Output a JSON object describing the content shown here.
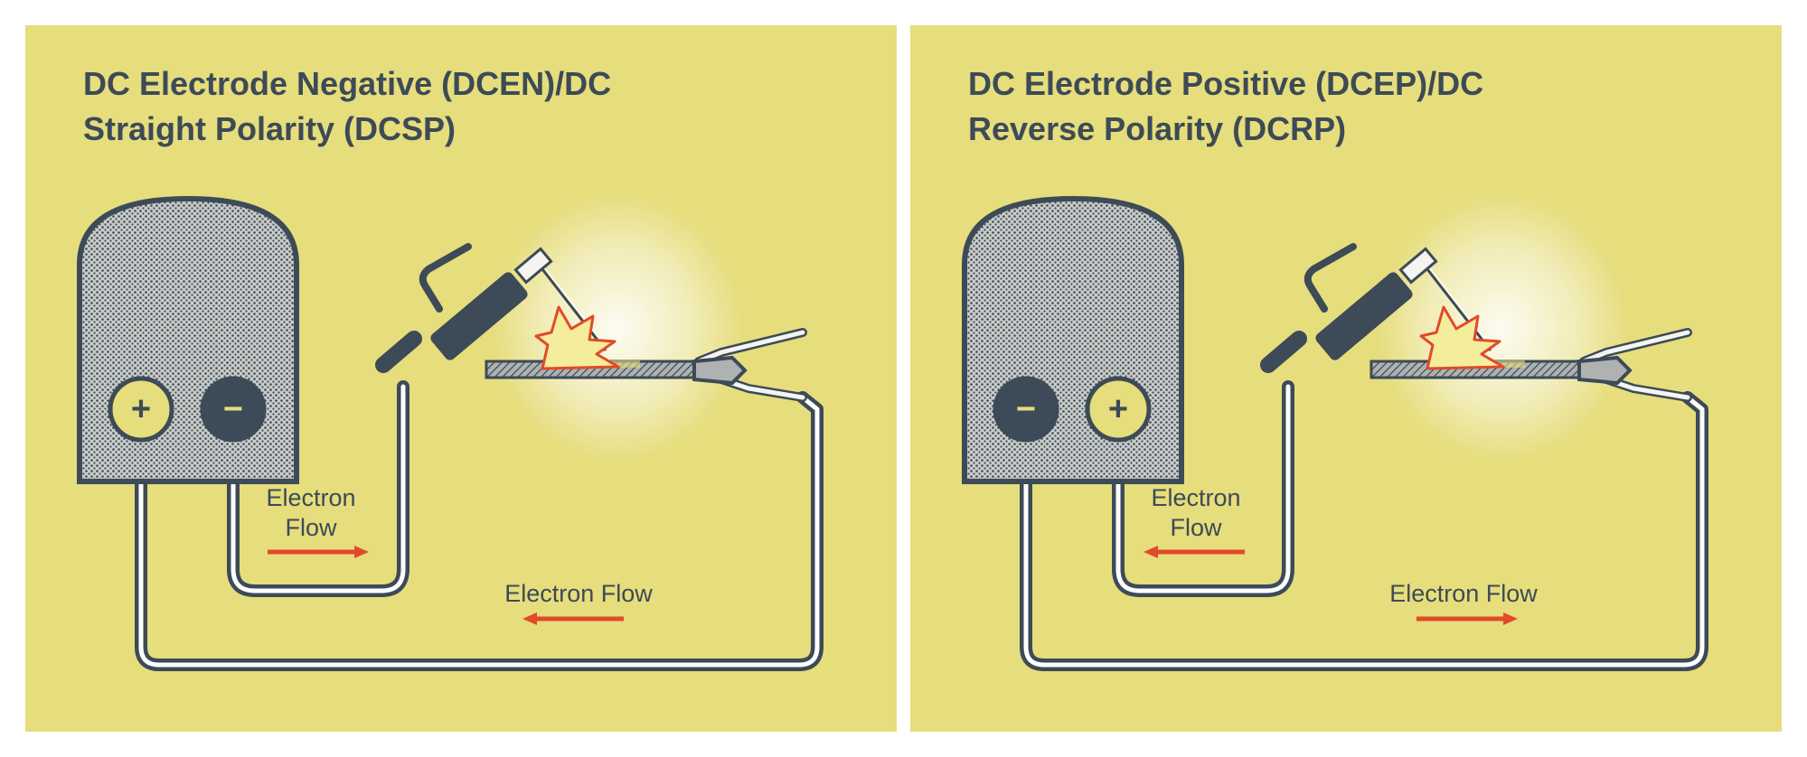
{
  "panels": [
    {
      "id": "dcen",
      "title_line1": "DC Electrode Negative (DCEN)/DC",
      "title_line2": "Straight Polarity (DCSP)",
      "terminals": [
        "+",
        "−"
      ],
      "inner_flow_label_line1": "Electron",
      "inner_flow_label_line2": "Flow",
      "inner_flow_direction": "right",
      "outer_flow_label": "Electron Flow",
      "outer_flow_direction": "left"
    },
    {
      "id": "dcep",
      "title_line1": "DC Electrode Positive (DCEP)/DC",
      "title_line2": "Reverse Polarity (DCRP)",
      "terminals": [
        "−",
        "+"
      ],
      "inner_flow_label_line1": "Electron",
      "inner_flow_label_line2": "Flow",
      "inner_flow_direction": "left",
      "outer_flow_label": "Electron Flow",
      "outer_flow_direction": "right"
    }
  ],
  "colors": {
    "background": "#e6dd7c",
    "ink": "#3d4a57",
    "arrow": "#e14a2a",
    "spark": "#e14a2a",
    "terminal_positive": "#e6dd7c",
    "terminal_negative": "#3d4a57"
  }
}
